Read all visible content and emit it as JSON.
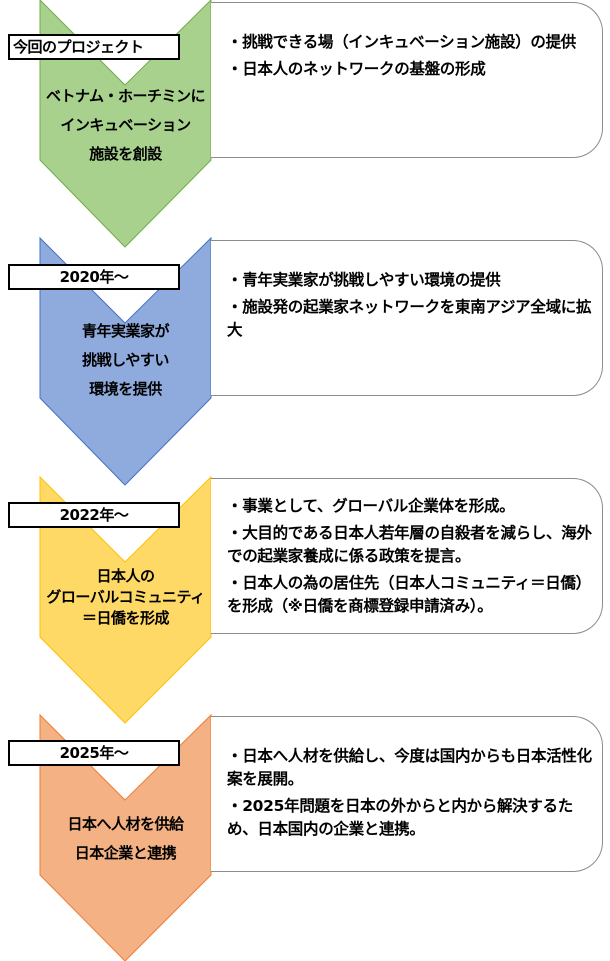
{
  "stages": [
    {
      "label": "今回のプロジェクト",
      "title": [
        "ベトナム・ホーチミンに",
        "インキュベーション",
        "施設を創設"
      ],
      "items": [
        "・挑戦できる場（インキュベーション施設）の提供",
        "・日本人のネットワークの基盤の形成"
      ],
      "fill": "#a9d18e",
      "stroke": "#70ad47"
    },
    {
      "label": "2020年～",
      "title": [
        "青年実業家が",
        "挑戦しやすい",
        "環境を提供"
      ],
      "items": [
        "・青年実業家が挑戦しやすい環境の提供",
        "・施設発の起業家ネットワークを東南アジア全域に拡大"
      ],
      "fill": "#8faadc",
      "stroke": "#4472c4"
    },
    {
      "label": "2022年～",
      "title": [
        "日本人の",
        "グローバルコミュニティ",
        "＝日僑を形成"
      ],
      "items": [
        "・事業として、グローバル企業体を形成。",
        "・大目的である日本人若年層の自殺者を減らし、海外での起業家養成に係る政策を提言。",
        "・日本人の為の居住先（日本人コミュニティ＝日僑）を形成（※日僑を商標登録申請済み）。"
      ],
      "fill": "#ffd966",
      "stroke": "#ffc000"
    },
    {
      "label": "2025年～",
      "title": [
        "日本へ人材を供給",
        "日本企業と連携"
      ],
      "items": [
        "・日本へ人材を供給し、今度は国内からも日本活性化案を展開。",
        "・2025年問題を日本の外からと内から解決するため、日本国内の企業と連携。"
      ],
      "fill": "#f4b183",
      "stroke": "#ed7d31"
    }
  ]
}
